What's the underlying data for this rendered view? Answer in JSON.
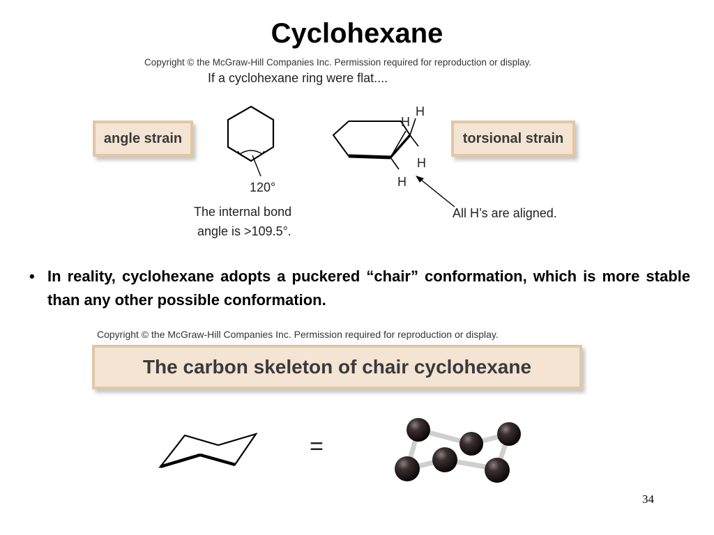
{
  "slide": {
    "title": "Cyclohexane",
    "page_number": "34"
  },
  "figure_top": {
    "copyright": "Copyright © the McGraw-Hill Companies Inc. Permission required for reproduction or display.",
    "caption": "If a cyclohexane ring were flat....",
    "angle_strain_label": "angle strain",
    "torsional_strain_label": "torsional strain",
    "angle_value": "120°",
    "bond_note_line1": "The internal bond",
    "bond_note_line2": "angle is >109.5°.",
    "aligned_note": "All H’s are aligned.",
    "h_labels": [
      "H",
      "H",
      "H",
      "H"
    ]
  },
  "bullet": {
    "symbol": "•",
    "text": "In reality, cyclohexane adopts a puckered “chair” conformation, which is more stable than any other possible conformation."
  },
  "figure_bottom": {
    "copyright": "Copyright © the McGraw-Hill Companies Inc. Permission required for reproduction or display.",
    "banner": "The carbon skeleton of chair cyclohexane",
    "equals": "="
  }
}
